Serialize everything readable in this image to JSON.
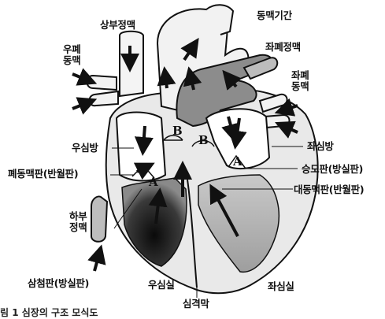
{
  "diagram": {
    "labels": {
      "superior_vena_cava": "상부정맥",
      "pulmonary_trunk": "동맥기간",
      "right_pulmonary_artery_l1": "우폐",
      "right_pulmonary_artery_l2": "동맥",
      "left_pulmonary_vein": "좌폐정맥",
      "left_pulmonary_artery_l1": "좌폐",
      "left_pulmonary_artery_l2": "동맥",
      "right_atrium": "우심방",
      "left_atrium": "좌심방",
      "pulmonary_valve": "폐동맥판(반월판)",
      "mitral_valve": "승모판(방실판)",
      "aortic_valve": "대동맥판(반월판)",
      "inferior_vena_cava_l1": "하부",
      "inferior_vena_cava_l2": "정맥",
      "tricuspid_valve": "삼첨판(방실판)",
      "right_ventricle": "우심실",
      "left_ventricle": "좌심실",
      "septum": "심격막"
    },
    "valve_letters": {
      "b_left": "B",
      "b_right": "B",
      "a_left": "A",
      "a_right": "A"
    },
    "caption": "림 1 심장의 구조 모식도"
  }
}
